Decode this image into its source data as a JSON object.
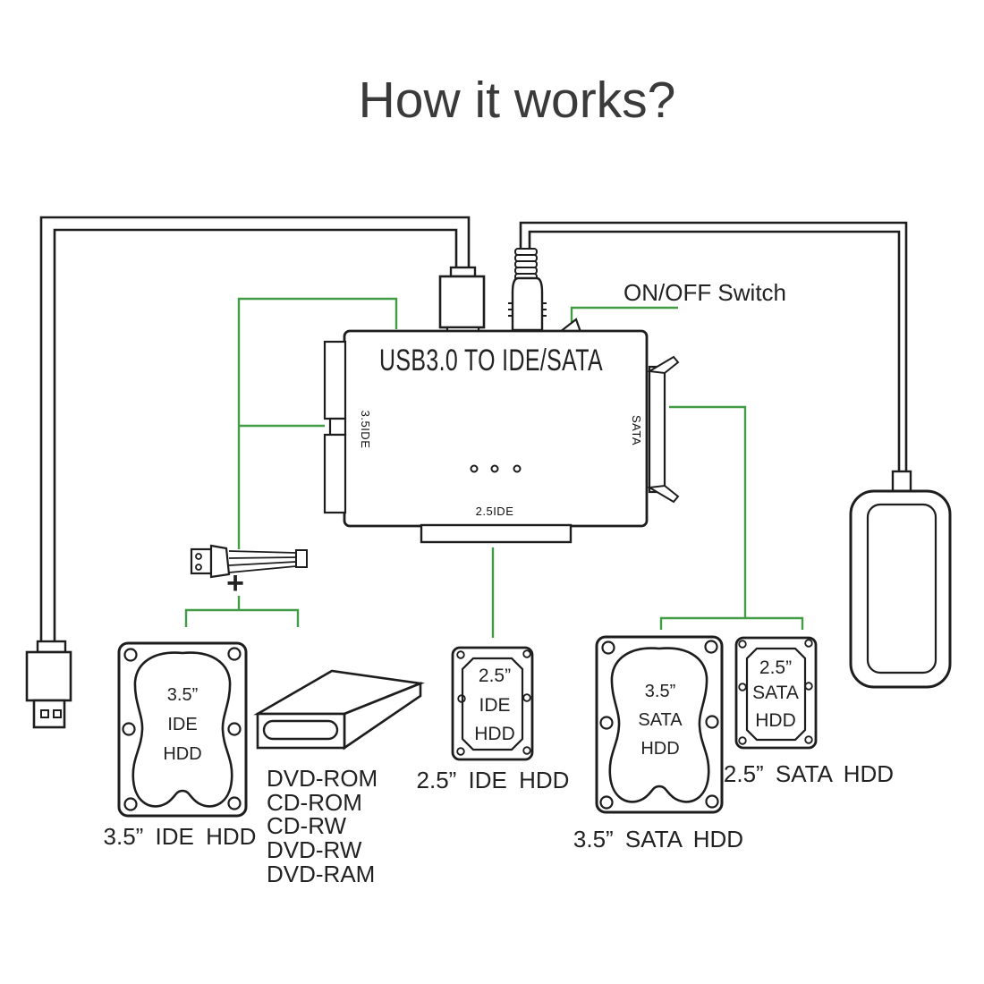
{
  "page": {
    "title": "How it works?"
  },
  "adapter": {
    "label": "USB3.0 TO IDE/SATA",
    "port_left": "3.5IDE",
    "port_right": "SATA",
    "port_bottom": "2.5IDE",
    "switch_label": "ON/OFF Switch"
  },
  "power": {
    "plus": "+"
  },
  "devices": {
    "hdd_35_ide": {
      "lines": [
        "3.5”",
        "IDE",
        "HDD"
      ],
      "caption": "3.5” IDE HDD"
    },
    "hdd_25_ide": {
      "lines": [
        "2.5”",
        "IDE",
        "HDD"
      ],
      "caption": "2.5” IDE HDD"
    },
    "hdd_35_sata": {
      "lines": [
        "3.5”",
        "SATA",
        "HDD"
      ],
      "caption": "3.5” SATA HDD"
    },
    "hdd_25_sata": {
      "lines": [
        "2.5”",
        "SATA",
        "HDD"
      ],
      "caption": "2.5” SATA HDD"
    },
    "optical": {
      "lines": [
        "DVD-ROM",
        "CD-ROM",
        "CD-RW",
        "DVD-RW",
        "DVD-RAM"
      ]
    }
  },
  "colors": {
    "line": "#1d1d1d",
    "green": "#429c46",
    "title": "#3a3a3a",
    "background": "#ffffff"
  }
}
